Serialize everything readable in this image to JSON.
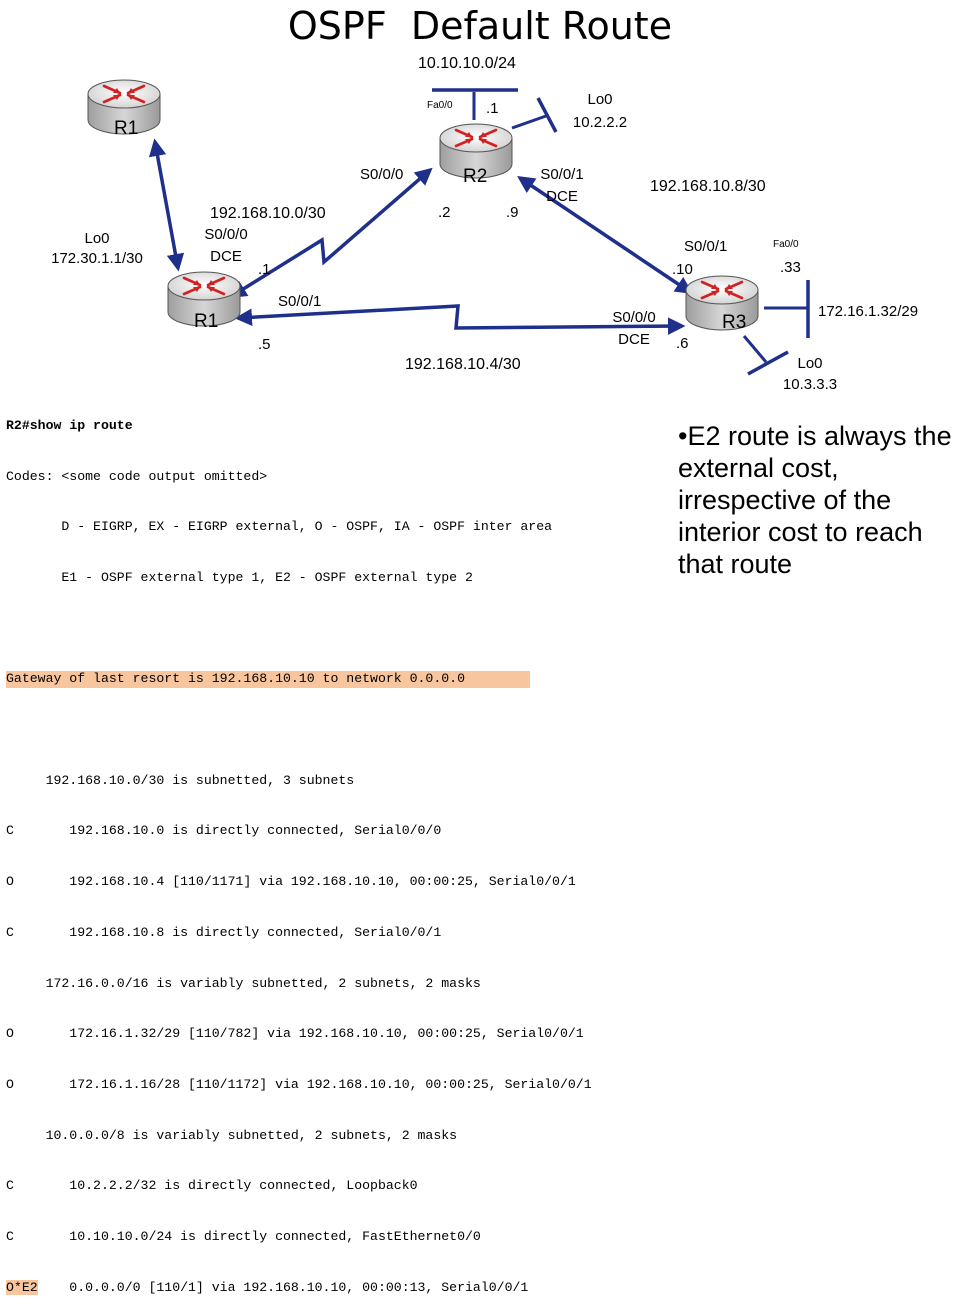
{
  "title": "OSPF  Default Route",
  "routers": {
    "r1_top": "R1",
    "r1": "R1",
    "r2": "R2",
    "r3": "R3"
  },
  "labels": {
    "net_r2_lan": "10.10.10.0/24",
    "r2_fa00": "Fa0/0",
    "r2_fa00_host": ".1",
    "r2_lo0_name": "Lo0",
    "r2_lo0_ip": "10.2.2.2",
    "r2_s000": "S0/0/0",
    "r2_s001": "S0/0/1",
    "r2_s001_dce": "DCE",
    "r2_s000_host": ".2",
    "r2_s001_host": ".9",
    "net_r1_r2": "192.168.10.0/30",
    "net_r2_r3": "192.168.10.8/30",
    "r1_lo0_name": "Lo0",
    "r1_lo0_ip": "172.30.1.1/30",
    "r1_s000": "S0/0/0",
    "r1_s000_dce": "DCE",
    "r1_s000_host": ".1",
    "r1_s001": "S0/0/1",
    "r1_s001_host": ".5",
    "r3_s001": "S0/0/1",
    "r3_s001_host": ".10",
    "r3_fa00": "Fa0/0",
    "r3_fa00_host": ".33",
    "r3_lan": "172.16.1.32/29",
    "r3_s000": "S0/0/0",
    "r3_s000_dce": "DCE",
    "r3_s000_host": ".6",
    "r3_lo0_name": "Lo0",
    "r3_lo0_ip": "10.3.3.3",
    "net_r1_r3": "192.168.10.4/30"
  },
  "cli": {
    "prompt": "R2#",
    "command": "show ip route",
    "lines": [
      "Codes: <some code output omitted>",
      "       D - EIGRP, EX - EIGRP external, O - OSPF, IA - OSPF inter area",
      "       E1 - OSPF external type 1, E2 - OSPF external type 2",
      "",
      "Gateway of last resort is 192.168.10.10 to network 0.0.0.0",
      "",
      "     192.168.10.0/30 is subnetted, 3 subnets",
      "C       192.168.10.0 is directly connected, Serial0/0/0",
      "O       192.168.10.4 [110/1171] via 192.168.10.10, 00:00:25, Serial0/0/1",
      "C       192.168.10.8 is directly connected, Serial0/0/1",
      "     172.16.0.0/16 is variably subnetted, 2 subnets, 2 masks",
      "O       172.16.1.32/29 [110/782] via 192.168.10.10, 00:00:25, Serial0/0/1",
      "O       172.16.1.16/28 [110/1172] via 192.168.10.10, 00:00:25, Serial0/0/1",
      "     10.0.0.0/8 is variably subnetted, 2 subnets, 2 masks",
      "C       10.2.2.2/32 is directly connected, Loopback0",
      "C       10.10.10.0/24 is directly connected, FastEthernet0/0"
    ],
    "last_code": "O*E2",
    "last_rest": "    0.0.0.0/0 [110/1] via 192.168.10.10, 00:00:13, Serial0/0/1"
  },
  "bullet": "•E2 route is always the external cost, irrespective of the interior cost to reach that route",
  "colors": {
    "link": "#1f2f8c",
    "router_top": "#e9e9e9",
    "router_side": "#bdbdbd",
    "router_arrows": "#d42020",
    "highlight": "#f7c69e"
  }
}
